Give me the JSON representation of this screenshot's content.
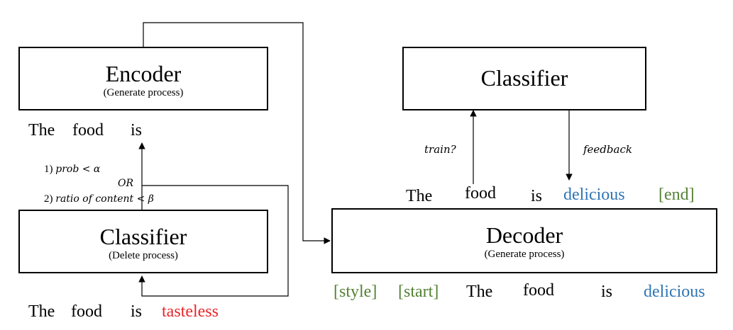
{
  "encoder": {
    "title": "Encoder",
    "subtitle": "(Generate process)"
  },
  "delete_classifier": {
    "title": "Classifier",
    "subtitle": "(Delete process)"
  },
  "top_classifier": {
    "title": "Classifier"
  },
  "decoder": {
    "title": "Decoder",
    "subtitle": "(Generate process)"
  },
  "encoder_output": [
    "The",
    "food",
    "is"
  ],
  "input_sentence": {
    "words": [
      "The",
      "food",
      "is"
    ],
    "highlight": "tasteless"
  },
  "conditions": {
    "c1_prefix": "1)",
    "c1_expr": "prob < α",
    "or": "OR",
    "c2_prefix": "2)",
    "c2_expr": "ratio of content < β"
  },
  "decoder_output": {
    "words": [
      "The",
      "food",
      "is"
    ],
    "style_word": "delicious",
    "end_token": "[end]"
  },
  "decoder_input": {
    "style_token": "[style]",
    "start_token": "[start]",
    "words": [
      "The",
      "food",
      "is"
    ],
    "style_word": "delicious"
  },
  "edges": {
    "train": "train?",
    "feedback": "feedback"
  },
  "colors": {
    "negative": "#e8262a",
    "positive": "#2e75b6",
    "token": "#548235"
  }
}
